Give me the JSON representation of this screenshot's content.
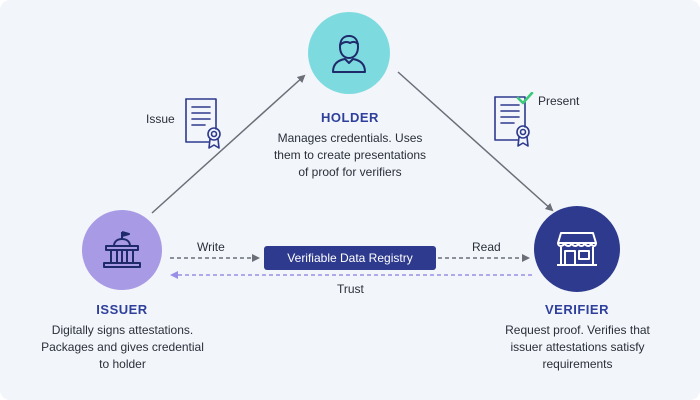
{
  "holder": {
    "title": "HOLDER",
    "desc_lines": [
      "Manages credentials. Uses",
      "them to create presentations",
      "of proof for verifiers"
    ],
    "color": "#7ddbe0",
    "icon": "person-icon"
  },
  "issuer": {
    "title": "ISSUER",
    "desc_lines": [
      "Digitally signs attestations.",
      "Packages and gives credential",
      "to holder"
    ],
    "color": "#a99ae6",
    "icon": "government-building-icon"
  },
  "verifier": {
    "title": "VERIFIER",
    "desc_lines": [
      "Request proof. Verifies that",
      "issuer attestations satisfy",
      "requirements"
    ],
    "color": "#2e3a8e",
    "icon": "storefront-icon"
  },
  "registry": {
    "label": "Verifiable Data Registry"
  },
  "flows": {
    "issue": "Issue",
    "present": "Present",
    "write": "Write",
    "read": "Read",
    "trust": "Trust"
  },
  "colors": {
    "title": "#2e3f9c",
    "arrow": "#6b6f78",
    "trust_arrow": "#9a8fe6",
    "check": "#3cc97a"
  }
}
